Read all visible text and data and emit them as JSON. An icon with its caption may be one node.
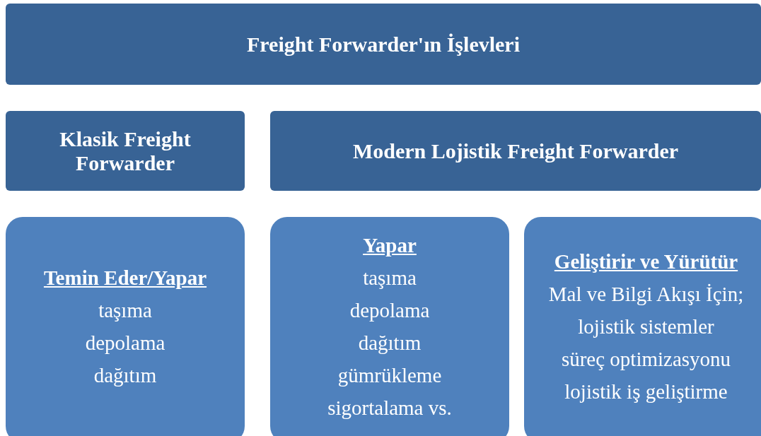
{
  "diagram": {
    "nodes": [
      {
        "text": [
          "Freight Forwarder'ın İşlevleri"
        ]
      },
      {
        "text": [
          "Klasik Freight Forwarder"
        ]
      },
      {
        "text": [
          "Modern Lojistik Freight Forwarder"
        ]
      },
      {
        "text": [
          "Temin Eder/Yapar",
          "taşıma",
          "depolama",
          "dağıtım"
        ]
      },
      {
        "text": [
          "Yapar",
          "taşıma",
          "depolama",
          "dağıtım",
          "gümrükleme",
          "sigortalama vs."
        ]
      },
      {
        "text": [
          "Geliştirir ve Yürütür",
          "Mal ve Bilgi Akışı İçin;",
          "lojistik sistemler",
          "süreç optimizasyonu",
          "lojistik iş geliştirme"
        ]
      }
    ]
  }
}
